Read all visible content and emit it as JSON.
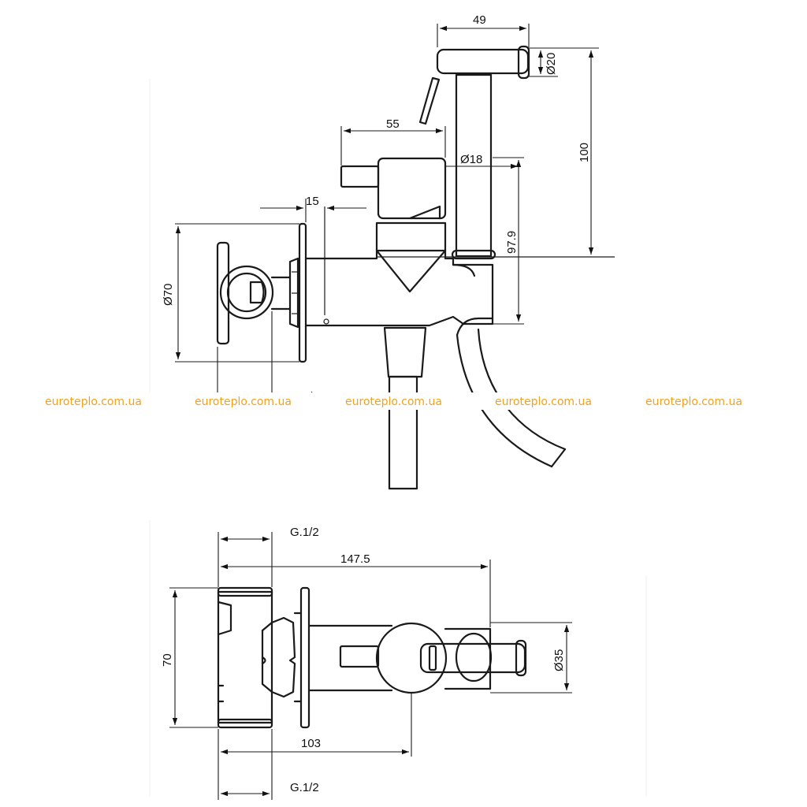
{
  "watermark": {
    "text": "euroteplo.com.ua",
    "color": "#f0a31c"
  },
  "dimensions": {
    "d49": "49",
    "d20": "Ø20",
    "d100": "100",
    "d55": "55",
    "d18": "Ø18",
    "d979": "97.9",
    "d15": "15",
    "d70dia": "Ø70",
    "g12_side": "G.1/2",
    "g12_top": "G.1/2",
    "d1475": "147.5",
    "d70": "70",
    "d35": "Ø35",
    "d103": "103",
    "g12_bottom": "G.1/2"
  }
}
